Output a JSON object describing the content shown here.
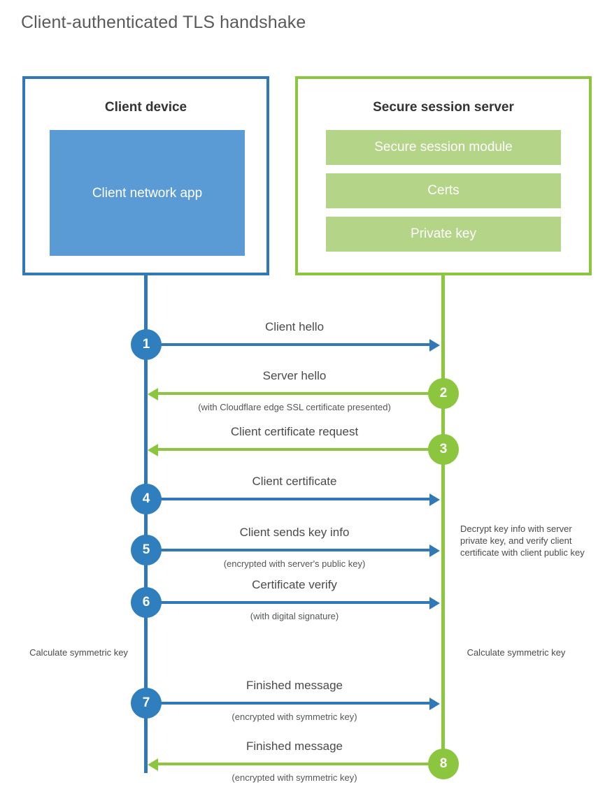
{
  "title": "Client-authenticated TLS handshake",
  "colors": {
    "blue_border": "#3178b8",
    "blue_circle": "#2f7fbf",
    "blue_fill": "#5b9bd5",
    "green_border": "#8cc63f",
    "green_fill": "#b4d487",
    "text": "#4a4a4a",
    "heading": "#333333"
  },
  "parties": {
    "client": {
      "title": "Client device",
      "app_label": "Client network app"
    },
    "server": {
      "title": "Secure session server",
      "bars": [
        {
          "label": "Secure session module"
        },
        {
          "label": "Certs"
        },
        {
          "label": "Private key"
        }
      ]
    }
  },
  "messages": [
    {
      "number": "1",
      "label": "Client hello",
      "sub": "",
      "direction": "right",
      "color": "blue"
    },
    {
      "number": "2",
      "label": "Server hello",
      "sub": "(with Cloudflare edge SSL certificate presented)",
      "direction": "left",
      "color": "green"
    },
    {
      "number": "3",
      "label": "Client certificate request",
      "sub": "",
      "direction": "left",
      "color": "green"
    },
    {
      "number": "4",
      "label": "Client certificate",
      "sub": "",
      "direction": "right",
      "color": "blue"
    },
    {
      "number": "5",
      "label": "Client sends key info",
      "sub": "(encrypted with server's public key)",
      "direction": "right",
      "color": "blue"
    },
    {
      "number": "6",
      "label": "Certificate verify",
      "sub": "(with digital signature)",
      "direction": "right",
      "color": "blue"
    },
    {
      "number": "7",
      "label": "Finished message",
      "sub": "(encrypted with symmetric key)",
      "direction": "right",
      "color": "blue"
    },
    {
      "number": "8",
      "label": "Finished message",
      "sub": "(encrypted with symmetric key)",
      "direction": "left",
      "color": "green"
    }
  ],
  "annotations": {
    "server_decrypt": "Decrypt key info with server private key, and verify client certificate with client public key",
    "client_calculate": "Calculate symmetric key",
    "server_calculate": "Calculate symmetric key"
  }
}
